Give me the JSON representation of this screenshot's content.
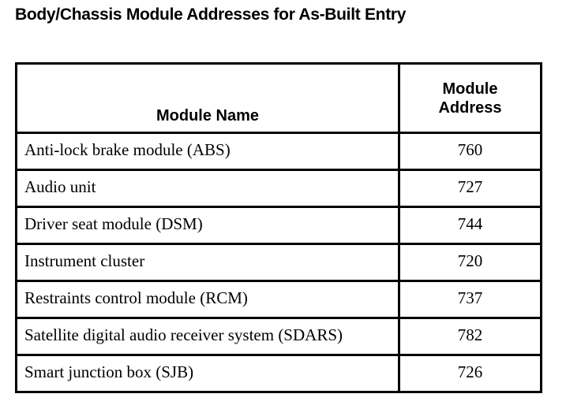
{
  "document": {
    "title": "Body/Chassis Module Addresses for As-Built Entry",
    "text_color": "#000000",
    "background_color": "#ffffff",
    "border_color": "#000000"
  },
  "table": {
    "columns": [
      {
        "key": "module_name",
        "header": "Module Name"
      },
      {
        "key": "module_address",
        "header": "Module\nAddress"
      }
    ],
    "rows": [
      {
        "module_name": "Anti-lock brake module (ABS)",
        "module_address": "760"
      },
      {
        "module_name": "Audio unit",
        "module_address": "727"
      },
      {
        "module_name": "Driver seat module (DSM)",
        "module_address": "744"
      },
      {
        "module_name": "Instrument cluster",
        "module_address": "720"
      },
      {
        "module_name": "Restraints control module (RCM)",
        "module_address": "737"
      },
      {
        "module_name": "Satellite digital audio receiver system (SDARS)",
        "module_address": "782"
      },
      {
        "module_name": "Smart junction box (SJB)",
        "module_address": "726"
      }
    ]
  }
}
